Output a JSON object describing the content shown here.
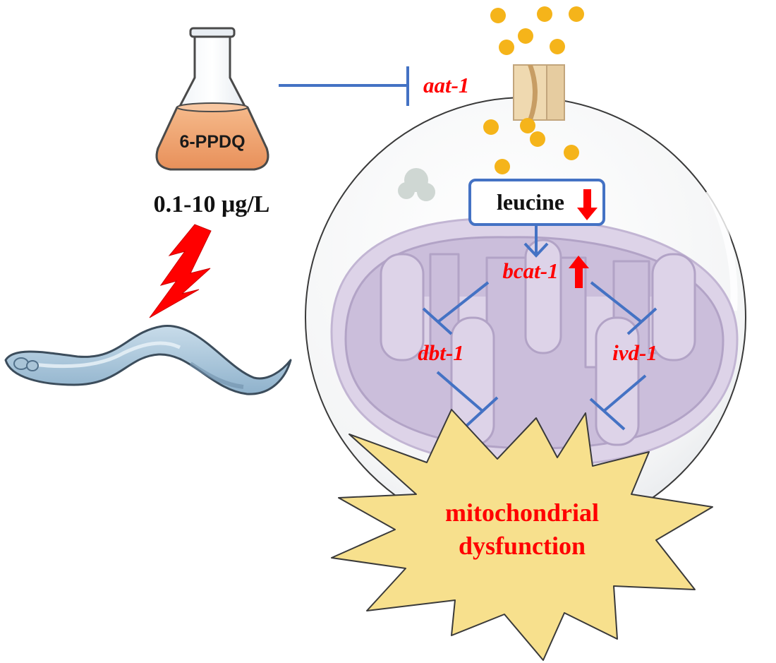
{
  "flask": {
    "label": "6-PPDQ"
  },
  "concentration": {
    "label": "0.1-10 μg/L"
  },
  "genes": {
    "aat1": "aat-1",
    "bcat1": "bcat-1",
    "dbt1": "dbt-1",
    "ivd1": "ivd-1"
  },
  "leucine": {
    "label": "leucine"
  },
  "outcome": {
    "line1": "mitochondrial",
    "line2": "dysfunction"
  },
  "colors": {
    "inhibit_line": "#4472c4",
    "gene_text": "#ff0000",
    "arrow_red": "#ff0000",
    "flask_liquid": "#f2a66f",
    "lightning": "#ff0000",
    "burst_fill": "#f7e08d",
    "mito_fill": "#ddd3e8",
    "particles": "#f5b41a"
  }
}
